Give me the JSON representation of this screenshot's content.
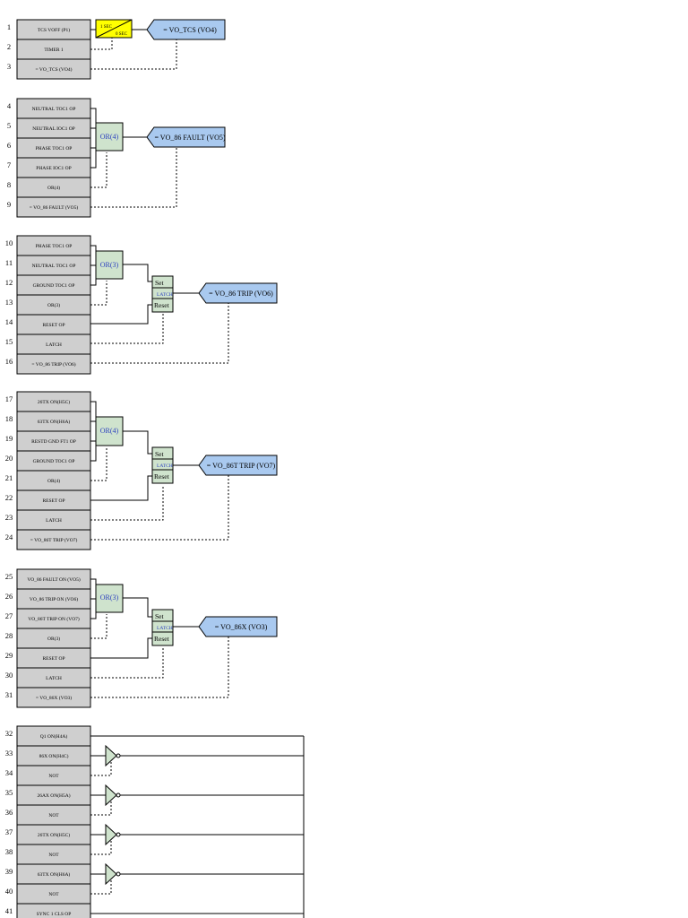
{
  "rows": [
    {
      "num": "1",
      "label": "TCS VOFF (P1)"
    },
    {
      "num": "2",
      "label": "TIMER 1"
    },
    {
      "num": "3",
      "label": "= VO_TCS (VO4)"
    },
    {
      "num": "4",
      "label": "NEUTRAL TOC1 OP"
    },
    {
      "num": "5",
      "label": "NEUTRAL IOC1 OP"
    },
    {
      "num": "6",
      "label": "PHASE TOC1 OP"
    },
    {
      "num": "7",
      "label": "PHASE IOC1 OP"
    },
    {
      "num": "8",
      "label": "OR(4)"
    },
    {
      "num": "9",
      "label": "= VO_86 FAULT (VO5)"
    },
    {
      "num": "10",
      "label": "PHASE TOC1 OP"
    },
    {
      "num": "11",
      "label": "NEUTRAL TOC1 OP"
    },
    {
      "num": "12",
      "label": "GROUND TOC1 OP"
    },
    {
      "num": "13",
      "label": "OR(3)"
    },
    {
      "num": "14",
      "label": "RESET OP"
    },
    {
      "num": "15",
      "label": "LATCH"
    },
    {
      "num": "16",
      "label": "= VO_86 TRIP (VO6)"
    },
    {
      "num": "17",
      "label": "26TX ON(H5C)"
    },
    {
      "num": "18",
      "label": "63TX ON(H6A)"
    },
    {
      "num": "19",
      "label": "RESTD GND FT1 OP"
    },
    {
      "num": "20",
      "label": "GROUND TOC1 OP"
    },
    {
      "num": "21",
      "label": "OR(4)"
    },
    {
      "num": "22",
      "label": "RESET OP"
    },
    {
      "num": "23",
      "label": "LATCH"
    },
    {
      "num": "24",
      "label": "= VO_86T TRIP (VO7)"
    },
    {
      "num": "25",
      "label": "VO_86 FAULT ON (VO5)"
    },
    {
      "num": "26",
      "label": "VO_86 TRIP ON (VO6)"
    },
    {
      "num": "27",
      "label": "VO_86T TRIP ON (VO7)"
    },
    {
      "num": "28",
      "label": "OR(3)"
    },
    {
      "num": "29",
      "label": "RESET OP"
    },
    {
      "num": "30",
      "label": "LATCH"
    },
    {
      "num": "31",
      "label": "= VO_86X (VO3)"
    },
    {
      "num": "32",
      "label": "Q1 ON(H4A)"
    },
    {
      "num": "33",
      "label": "86X ON(H4C)"
    },
    {
      "num": "34",
      "label": "NOT"
    },
    {
      "num": "35",
      "label": "26AX ON(H5A)"
    },
    {
      "num": "36",
      "label": "NOT"
    },
    {
      "num": "37",
      "label": "26TX ON(H5C)"
    },
    {
      "num": "38",
      "label": "NOT"
    },
    {
      "num": "39",
      "label": "63TX ON(H6A)"
    },
    {
      "num": "40",
      "label": "NOT"
    },
    {
      "num": "41",
      "label": "SYNC 1 CLS OP"
    }
  ],
  "timer": {
    "pickup": "1 SEC",
    "dropout": "0 SEC"
  },
  "gates": {
    "or_a": "OR(4)",
    "or_b": "OR(3)",
    "or_c": "OR(4)",
    "or_d": "OR(3)"
  },
  "latches": {
    "set": "Set",
    "latch": "LATCH",
    "reset": "Reset"
  },
  "outputs": {
    "vo4": "= VO_TCS (VO4)",
    "vo5": "= VO_86 FAULT (VO5)",
    "vo6": "= VO_86 TRIP (VO6)",
    "vo7": "= VO_86T TRIP (VO7)",
    "vo3": "= VO_86X (VO3)"
  },
  "colors": {
    "cell": "#cfcfcf",
    "gate": "#cfe3cd",
    "output": "#a9c9ef",
    "timer": "#ffff00",
    "gate_text": "#2a3fbf"
  }
}
